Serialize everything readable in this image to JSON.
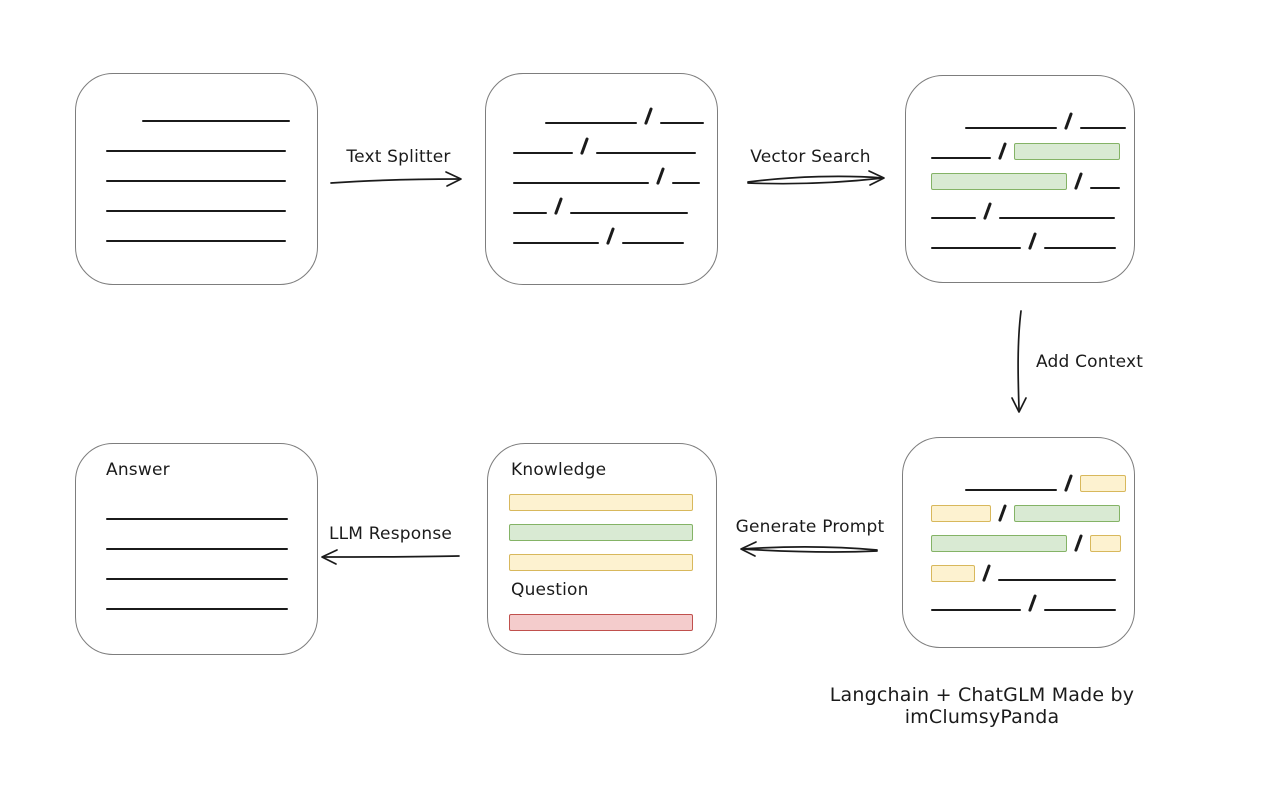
{
  "caption": "Langchain + ChatGLM Made by imClumsyPanda",
  "colors": {
    "ink": "#1b1b1b",
    "box_border": "#7d7d7d",
    "green_fill": "#d9ead3",
    "green_border": "#84b366",
    "yellow_fill": "#fdf2d0",
    "yellow_border": "#d8b85c",
    "red_fill": "#f4cccc",
    "red_border": "#c0504d"
  },
  "arrows": {
    "text_splitter": "Text Splitter",
    "vector_search": "Vector Search",
    "add_context": "Add Context",
    "generate_prompt": "Generate Prompt",
    "llm_response": "LLM Response"
  },
  "boxes": {
    "document": {
      "rows": [
        [
          {
            "t": "sp",
            "w": 30
          },
          {
            "t": "ln",
            "w": 148
          }
        ],
        [
          {
            "t": "ln",
            "w": 180
          }
        ],
        [
          {
            "t": "ln",
            "w": 180
          }
        ],
        [
          {
            "t": "ln",
            "w": 180
          }
        ],
        [
          {
            "t": "ln",
            "w": 180
          }
        ]
      ]
    },
    "split_chunks": {
      "rows": [
        [
          {
            "t": "sp",
            "w": 26
          },
          {
            "t": "ln",
            "w": 92
          },
          {
            "t": "sl"
          },
          {
            "t": "ln",
            "w": 44
          }
        ],
        [
          {
            "t": "ln",
            "w": 60
          },
          {
            "t": "sl"
          },
          {
            "t": "ln",
            "w": 100
          }
        ],
        [
          {
            "t": "ln",
            "w": 136
          },
          {
            "t": "sl"
          },
          {
            "t": "ln",
            "w": 28
          }
        ],
        [
          {
            "t": "ln",
            "w": 34
          },
          {
            "t": "sl"
          },
          {
            "t": "ln",
            "w": 118
          }
        ],
        [
          {
            "t": "ln",
            "w": 86
          },
          {
            "t": "sl"
          },
          {
            "t": "ln",
            "w": 62
          }
        ]
      ]
    },
    "search_results": {
      "rows": [
        [
          {
            "t": "sp",
            "w": 28
          },
          {
            "t": "ln",
            "w": 92
          },
          {
            "t": "sl"
          },
          {
            "t": "ln",
            "w": 46
          }
        ],
        [
          {
            "t": "ln",
            "w": 60
          },
          {
            "t": "sl"
          },
          {
            "t": "bar",
            "c": "green",
            "w": 106
          }
        ],
        [
          {
            "t": "bar",
            "c": "green",
            "w": 136
          },
          {
            "t": "sl"
          },
          {
            "t": "ln",
            "w": 30
          }
        ],
        [
          {
            "t": "ln",
            "w": 45
          },
          {
            "t": "sl"
          },
          {
            "t": "ln",
            "w": 116
          }
        ],
        [
          {
            "t": "ln",
            "w": 90
          },
          {
            "t": "sl"
          },
          {
            "t": "ln",
            "w": 72
          }
        ]
      ]
    },
    "context_chunks": {
      "rows": [
        [
          {
            "t": "sp",
            "w": 28
          },
          {
            "t": "ln",
            "w": 92
          },
          {
            "t": "sl"
          },
          {
            "t": "bar",
            "c": "yellow",
            "w": 46
          }
        ],
        [
          {
            "t": "bar",
            "c": "yellow",
            "w": 60
          },
          {
            "t": "sl"
          },
          {
            "t": "bar",
            "c": "green",
            "w": 106
          }
        ],
        [
          {
            "t": "bar",
            "c": "green",
            "w": 136
          },
          {
            "t": "sl"
          },
          {
            "t": "bar",
            "c": "yellow",
            "w": 31
          }
        ],
        [
          {
            "t": "bar",
            "c": "yellow",
            "w": 44
          },
          {
            "t": "sl"
          },
          {
            "t": "ln",
            "w": 118
          }
        ],
        [
          {
            "t": "ln",
            "w": 90
          },
          {
            "t": "sl"
          },
          {
            "t": "ln",
            "w": 72
          }
        ]
      ]
    },
    "prompt": {
      "knowledge_label": "Knowledge",
      "question_label": "Question",
      "knowledge_bars": [
        {
          "c": "yellow"
        },
        {
          "c": "green"
        },
        {
          "c": "yellow"
        }
      ],
      "question_bars": [
        {
          "c": "red"
        }
      ]
    },
    "answer": {
      "title": "Answer",
      "rows": [
        [
          {
            "t": "ln",
            "w": 182
          }
        ],
        [
          {
            "t": "ln",
            "w": 182
          }
        ],
        [
          {
            "t": "ln",
            "w": 182
          }
        ],
        [
          {
            "t": "ln",
            "w": 182
          }
        ]
      ]
    }
  }
}
